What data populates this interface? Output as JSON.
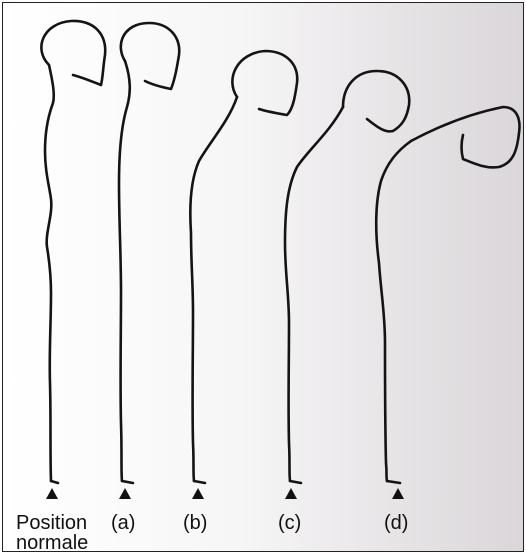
{
  "labels": {
    "normal_line1": "Position",
    "normal_line2": "normale",
    "a": "(a)",
    "b": "(b)",
    "c": "(c)",
    "d": "(d)"
  }
}
